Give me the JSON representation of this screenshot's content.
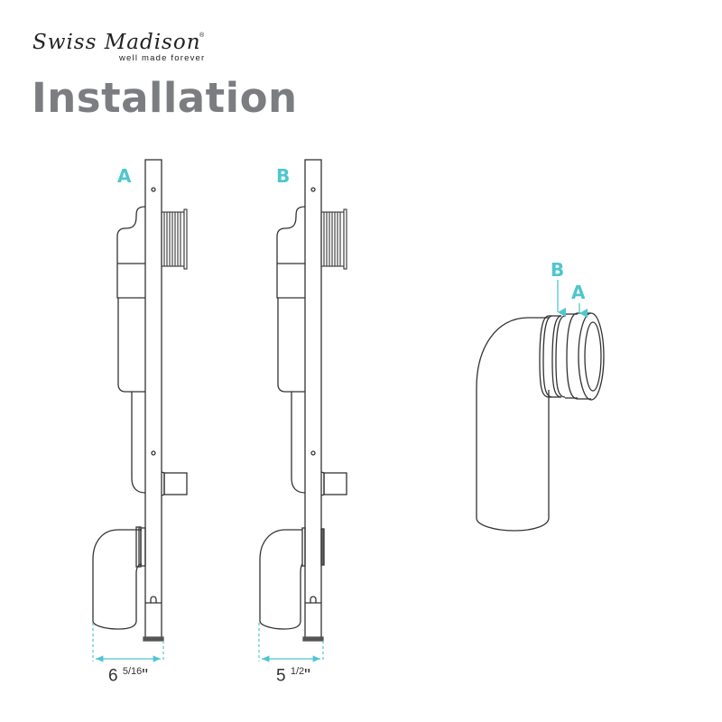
{
  "brand": {
    "name": "Swiss Madison",
    "registered": "®",
    "tagline": "well made forever"
  },
  "title": "Installation",
  "colors": {
    "accent": "#4fc6cf",
    "title_gray": "#7b7d80",
    "line": "#333333"
  },
  "figures": [
    {
      "id": "A",
      "label": "A",
      "dimension_whole": "6",
      "dimension_fraction": "5/16",
      "dimension_unit": "\""
    },
    {
      "id": "B",
      "label": "B",
      "dimension_whole": "5",
      "dimension_fraction": "1/2",
      "dimension_unit": "\""
    }
  ],
  "elbow_detail": {
    "labels": [
      "B",
      "A"
    ]
  }
}
